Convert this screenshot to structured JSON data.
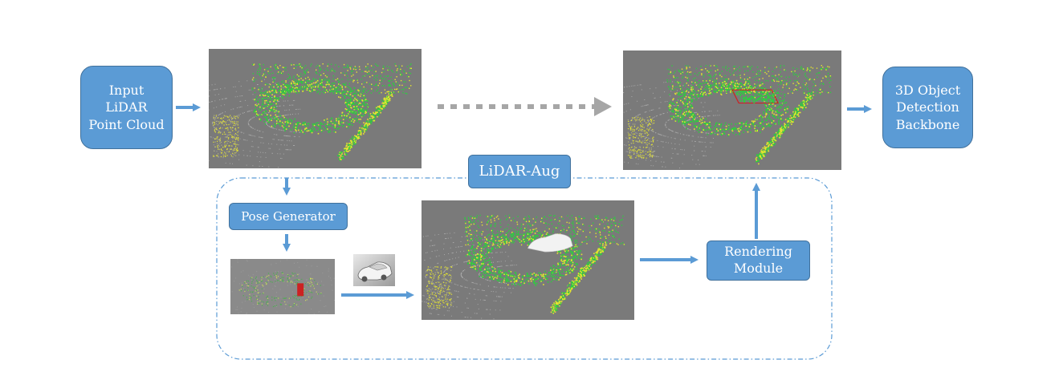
{
  "nodes": {
    "input": "Input\nLiDAR\nPoint Cloud",
    "backbone": "3D Object\nDetection\nBackbone",
    "lidar_aug": "LiDAR-Aug",
    "pose_generator": "Pose Generator",
    "rendering": "Rendering\nModule"
  },
  "colors": {
    "box_fill": "#5b9bd5",
    "box_border": "#41719c",
    "arrow": "#5b9bd5",
    "dotted_arrow": "#a6a6a6",
    "panel_bg": "#7a7a7a",
    "point_green": "#2ecc40",
    "point_yellow": "#e6e62e",
    "bbox_red": "#cc2222"
  },
  "icons": [
    "car-model-icon",
    "bounding-box-marker"
  ]
}
